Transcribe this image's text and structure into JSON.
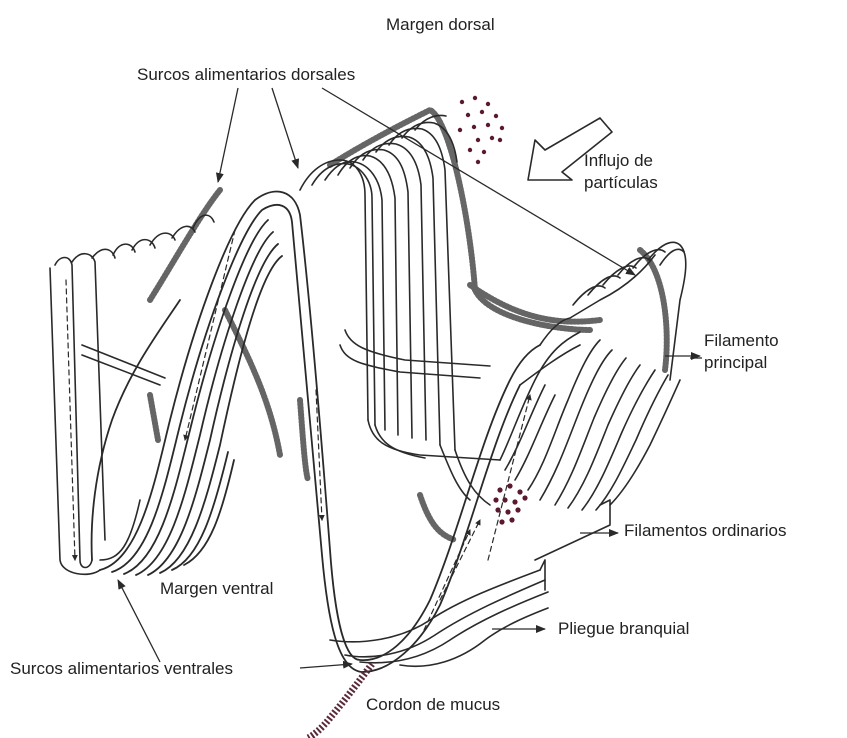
{
  "labels": {
    "margen_dorsal": "Margen dorsal",
    "surcos_dorsales": "Surcos alimentarios dorsales",
    "influjo_line1": "Influjo de",
    "influjo_line2": "partículas",
    "filamento_principal_line1": "Filamento",
    "filamento_principal_line2": "principal",
    "filamentos_ordinarios": "Filamentos ordinarios",
    "margen_ventral": "Margen ventral",
    "pliegue_branquial": "Pliegue branquial",
    "surcos_ventrales": "Surcos alimentarios ventrales",
    "cordon_mucus": "Cordon de mucus"
  },
  "colors": {
    "line": "#2a2a2a",
    "stipple": "#555555",
    "particles": "#5a1a2e",
    "mucus": "#5a2a3a",
    "background": "#ffffff"
  }
}
